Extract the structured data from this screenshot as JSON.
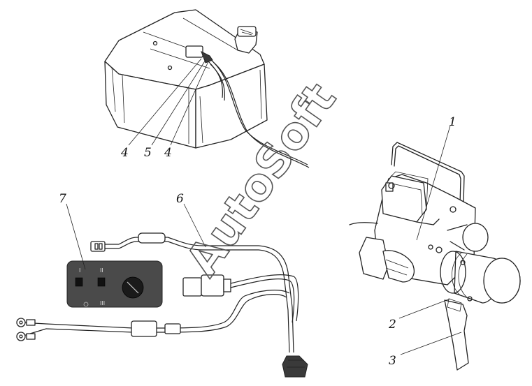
{
  "watermark": "AutoSoft",
  "callouts": [
    {
      "id": "1",
      "label": "1"
    },
    {
      "id": "2",
      "label": "2"
    },
    {
      "id": "3",
      "label": "3"
    },
    {
      "id": "4a",
      "label": "4"
    },
    {
      "id": "5",
      "label": "5"
    },
    {
      "id": "4b",
      "label": "4"
    },
    {
      "id": "6",
      "label": "6"
    },
    {
      "id": "7",
      "label": "7"
    }
  ],
  "control_panel": {
    "top_left_mark": "I",
    "top_right_mark": "II",
    "bottom_right_mark": "III"
  }
}
